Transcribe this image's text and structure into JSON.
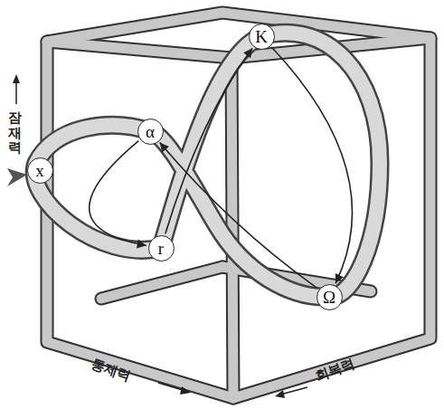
{
  "diagram": {
    "nodes": [
      {
        "text": [
          "x"
        ]
      },
      {
        "text": [
          "α"
        ]
      },
      {
        "text": [
          "r"
        ]
      },
      {
        "text": [
          "K"
        ]
      },
      {
        "text": [
          "Ω"
        ]
      }
    ],
    "edges": [
      {
        "from": 2,
        "to": 3,
        "arrow": "to"
      },
      {
        "from": 3,
        "to": 4,
        "arrow": "to"
      },
      {
        "from": 4,
        "to": 1,
        "arrow": "to"
      },
      {
        "from": 1,
        "to": 2,
        "arrow": "to"
      }
    ],
    "labels": [
      "잠재력",
      "통제력",
      "회복력"
    ]
  }
}
